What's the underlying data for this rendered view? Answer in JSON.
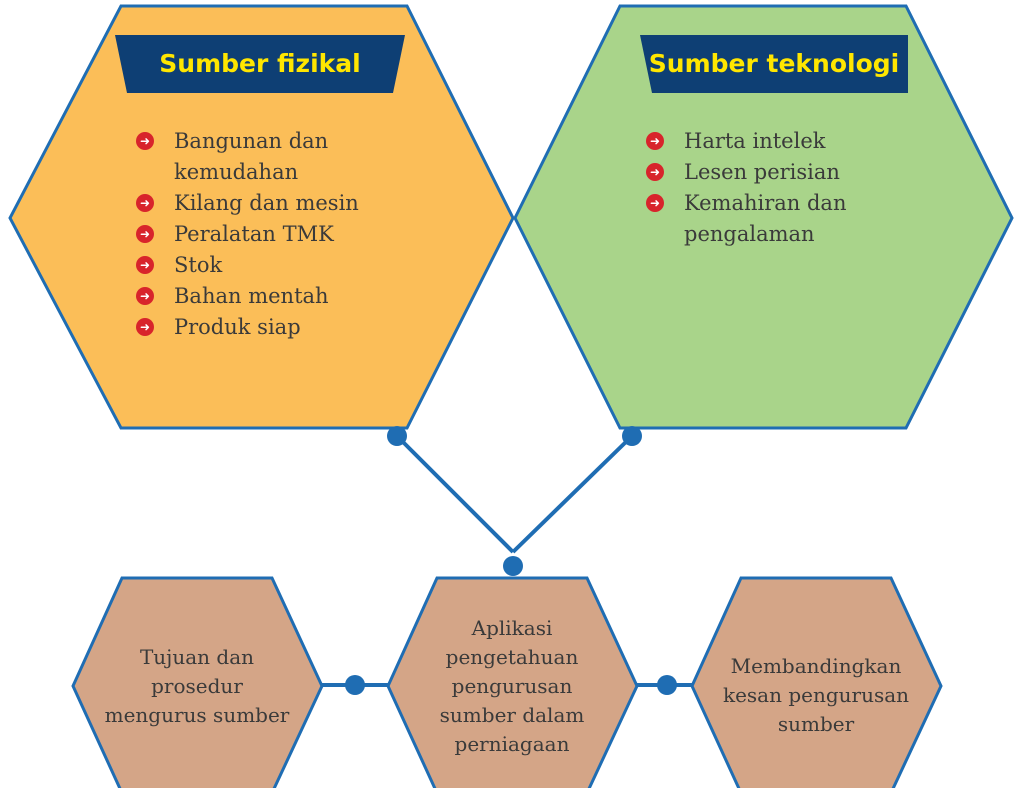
{
  "colors": {
    "outline": "#1f6db3",
    "physical_fill": "#fbbe58",
    "technology_fill": "#a9d48a",
    "bottom_fill": "#d4a587",
    "banner_fill": "#0e3f74",
    "banner_text": "#FFE600",
    "bullet": "#d8242b",
    "body_text": "#3a3a3a"
  },
  "physical": {
    "title": "Sumber fizikal",
    "items": [
      {
        "label": "Bangunan dan kemudahan",
        "icon": "red-arrow-bullet-icon"
      },
      {
        "label": "Kilang dan mesin",
        "icon": "red-arrow-bullet-icon"
      },
      {
        "label": "Peralatan TMK",
        "icon": "red-arrow-bullet-icon"
      },
      {
        "label": "Stok",
        "icon": "red-arrow-bullet-icon"
      },
      {
        "label": "Bahan mentah",
        "icon": "red-arrow-bullet-icon"
      },
      {
        "label": "Produk siap",
        "icon": "red-arrow-bullet-icon"
      }
    ]
  },
  "technology": {
    "title": "Sumber teknologi",
    "items": [
      {
        "label": "Harta intelek",
        "icon": "red-arrow-bullet-icon"
      },
      {
        "label": "Lesen perisian",
        "icon": "red-arrow-bullet-icon"
      },
      {
        "label": "Kemahiran dan pengalaman",
        "icon": "red-arrow-bullet-icon"
      }
    ]
  },
  "bottom": {
    "left": "Tujuan dan prosedur mengurus sumber",
    "center": "Aplikasi pengetahuan pengurusan sumber dalam perniagaan",
    "right": "Membandingkan kesan pengurusan sumber"
  }
}
